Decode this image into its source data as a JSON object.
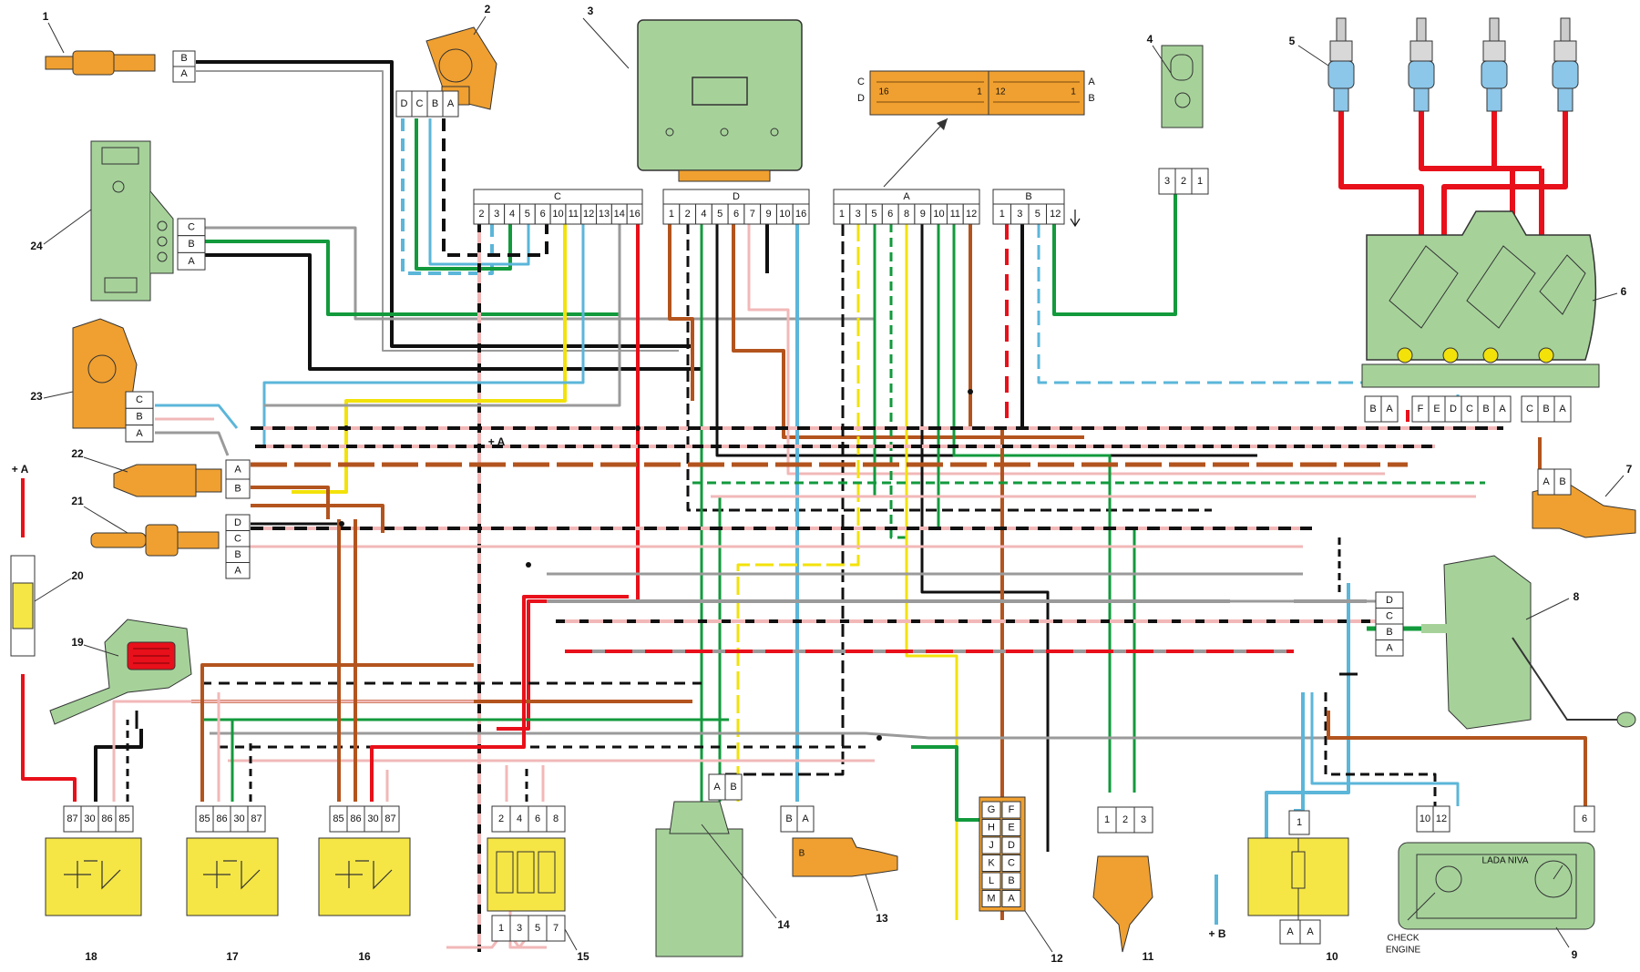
{
  "colors": {
    "red": "#e8101a",
    "black": "#101010",
    "green": "#129a3c",
    "blue": "#5bb6d9",
    "brown": "#b3541e",
    "yellow": "#f2e20a",
    "pink": "#f2b8b8",
    "grey": "#9a9a9a",
    "component_green": "#a6d29a",
    "component_orange": "#f0a030",
    "relay_yellow": "#f5e646",
    "sparkplug_blue": "#8cc6e8",
    "connector_white": "#ffffff"
  },
  "callouts": {
    "c1": "1",
    "c2": "2",
    "c3": "3",
    "c4": "4",
    "c5": "5",
    "c6": "6",
    "c7": "7",
    "c8": "8",
    "c9": "9",
    "c10": "10",
    "c11": "11",
    "c12": "12",
    "c13": "13",
    "c14": "14",
    "c15": "15",
    "c16": "16",
    "c17": "17",
    "c18": "18",
    "c19": "19",
    "c20": "20",
    "c21": "21",
    "c22": "22",
    "c23": "23",
    "c24": "24"
  },
  "ecu_connectors": {
    "c": {
      "title": "C",
      "pins": [
        "2",
        "3",
        "4",
        "5",
        "6",
        "10",
        "11",
        "12",
        "13",
        "14",
        "16"
      ]
    },
    "d": {
      "title": "D",
      "pins": [
        "1",
        "2",
        "4",
        "5",
        "6",
        "7",
        "9",
        "10",
        "16"
      ]
    },
    "a": {
      "title": "A",
      "pins": [
        "1",
        "3",
        "5",
        "6",
        "8",
        "9",
        "10",
        "11",
        "12"
      ]
    },
    "b": {
      "title": "B",
      "pins": [
        "1",
        "3",
        "5",
        "12"
      ]
    }
  },
  "ecu_plug": {
    "left_top": "C",
    "left_bottom": "D",
    "right_top": "A",
    "right_bottom": "B",
    "n16": "16",
    "n1": "1",
    "n12": "12",
    "n1b": "1"
  },
  "sensor1": {
    "pins": [
      "B",
      "A"
    ]
  },
  "sensor2": {
    "pins": [
      "D",
      "C",
      "B",
      "A"
    ]
  },
  "sensor4": {
    "pins": [
      "3",
      "2",
      "1"
    ]
  },
  "sensor24": {
    "pins": [
      "C",
      "B",
      "A"
    ]
  },
  "sensor23": {
    "pins": [
      "C",
      "B",
      "A"
    ]
  },
  "sensor22": {
    "pins": [
      "A",
      "B"
    ]
  },
  "sensor21": {
    "pins": [
      "D",
      "C",
      "B",
      "A"
    ]
  },
  "coil6": {
    "pins_left": [
      "B",
      "A"
    ],
    "pins_mid": [
      "F",
      "E",
      "D",
      "C",
      "B",
      "A"
    ],
    "pins_right": [
      "C",
      "B",
      "A"
    ]
  },
  "sensor7": {
    "pins": [
      "A",
      "B"
    ]
  },
  "valve8": {
    "pins": [
      "D",
      "C",
      "B",
      "A"
    ]
  },
  "dashboard9": {
    "pins": [
      "10",
      "12"
    ],
    "pin6": "6",
    "brand": "LADA   NIVA",
    "check_label": "CHECK\nENGINE",
    "check_line1": "CHECK",
    "check_line2": "ENGINE"
  },
  "fuse10": {
    "pin_top": "1",
    "pins_bottom": [
      "A",
      "A"
    ]
  },
  "sensor11": {
    "pins": [
      "1",
      "2",
      "3"
    ]
  },
  "diag12": {
    "rows": [
      [
        "G",
        "F"
      ],
      [
        "H",
        "E"
      ],
      [
        "J",
        "D"
      ],
      [
        "K",
        "C"
      ],
      [
        "L",
        "B"
      ],
      [
        "M",
        "A"
      ]
    ]
  },
  "injector13": {
    "pins": [
      "B",
      "A"
    ],
    "body_mark": "B"
  },
  "canister14": {
    "pins": [
      "A",
      "B"
    ]
  },
  "fuseblock15": {
    "pins_top": [
      "2",
      "4",
      "6",
      "8"
    ],
    "pins_bottom": [
      "1",
      "3",
      "5",
      "7"
    ]
  },
  "relay16": {
    "pins": [
      "85",
      "86",
      "30",
      "87"
    ]
  },
  "relay17": {
    "pins": [
      "85",
      "86",
      "30",
      "87"
    ]
  },
  "relay18": {
    "pins": [
      "87",
      "30",
      "86",
      "85"
    ]
  },
  "supply": {
    "plus_a": "+ A",
    "plus_a2": "+ A",
    "plus_b": "+ B"
  }
}
